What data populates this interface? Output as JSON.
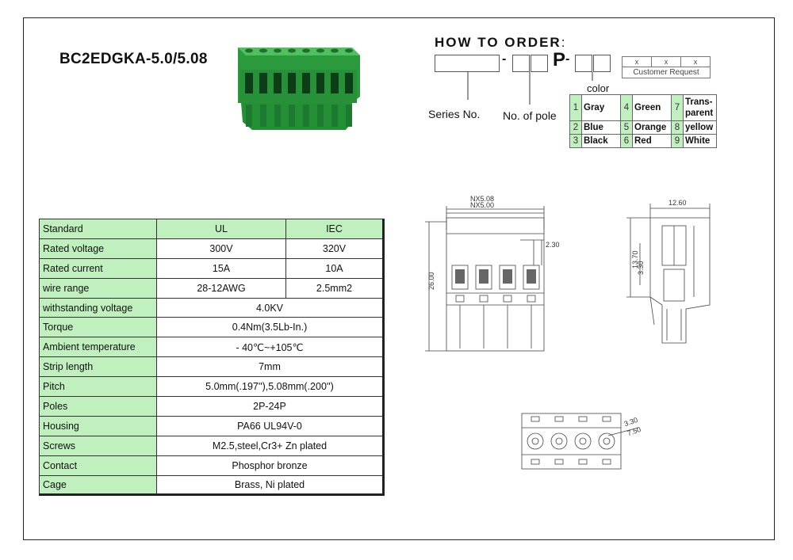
{
  "product": {
    "title": "BC2EDGKA-5.0/5.08",
    "image_color": "#2ea043"
  },
  "specs": {
    "header": {
      "label": "Standard",
      "col1": "UL",
      "col2": "IEC"
    },
    "split_rows": [
      {
        "label": "Rated voltage",
        "ul": "300V",
        "iec": "320V"
      },
      {
        "label": "Rated current",
        "ul": "15A",
        "iec": "10A"
      },
      {
        "label": "wire range",
        "ul": "28-12AWG",
        "iec": "2.5mm2"
      }
    ],
    "rows": [
      {
        "label": "withstanding voltage",
        "value": "4.0KV"
      },
      {
        "label": "Torque",
        "value": "0.4Nm(3.5Lb-In.)"
      },
      {
        "label": "Ambient temperature",
        "value": "- 40℃~+105℃"
      },
      {
        "label": "Strip length",
        "value": "7mm"
      },
      {
        "label": "Pitch",
        "value": "5.0mm(.197''),5.08mm(.200'')"
      },
      {
        "label": "Poles",
        "value": "2P-24P"
      },
      {
        "label": "Housing",
        "value": "PA66 UL94V-0"
      },
      {
        "label": "Screws",
        "value": "M2.5,steel,Cr3+ Zn plated"
      },
      {
        "label": "Contact",
        "value": "Phosphor bronze"
      },
      {
        "label": "Cage",
        "value": "Brass, Ni plated"
      }
    ],
    "header_color": "#bff0be"
  },
  "order": {
    "title": "HOW TO ORDER",
    "colon": ":",
    "p_letter": "P",
    "dash": "-",
    "x_marks": [
      "x",
      "x",
      "x"
    ],
    "customer_request": "Customer Request",
    "series_label": "Series No.",
    "pole_label": "No. of pole",
    "color_label": "color",
    "colors": [
      [
        {
          "n": "1",
          "c": "Gray"
        },
        {
          "n": "4",
          "c": "Green"
        },
        {
          "n": "7",
          "c": "Trans-parent"
        }
      ],
      [
        {
          "n": "2",
          "c": "Blue"
        },
        {
          "n": "5",
          "c": "Orange"
        },
        {
          "n": "8",
          "c": "yellow"
        }
      ],
      [
        {
          "n": "3",
          "c": "Black"
        },
        {
          "n": "6",
          "c": "Red"
        },
        {
          "n": "9",
          "c": "White"
        }
      ]
    ]
  },
  "drawings": {
    "front": {
      "dim_top1": "NX5.08",
      "dim_top2": "NX5.00",
      "dim_pin": "2.30",
      "dim_height": "26.00"
    },
    "side": {
      "dim_width": "12.60",
      "dim_h1": "13.70",
      "dim_h2": "3.30"
    },
    "top": {
      "dim_small": "3.30",
      "dim_large": "7.50"
    }
  }
}
